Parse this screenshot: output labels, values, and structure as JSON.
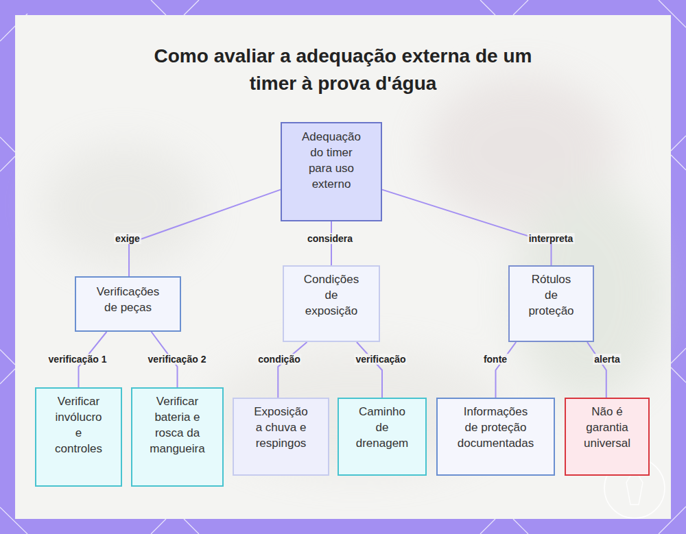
{
  "diagram": {
    "title": "Como avaliar a adequação externa de um timer à prova d'água",
    "nodes": [
      {
        "text": [
          "Adequação do timer para uso externo"
        ]
      },
      {
        "text": [
          "Verificações de peças"
        ]
      },
      {
        "text": [
          "Condições de exposição"
        ]
      },
      {
        "text": [
          "Rótulos de proteção"
        ]
      },
      {
        "text": [
          "Verificar invólucro e controles"
        ]
      },
      {
        "text": [
          "Verificar bateria e rosca da mangueira"
        ]
      },
      {
        "text": [
          "Exposição a chuva e respingos"
        ]
      },
      {
        "text": [
          "Caminho de drenagem"
        ]
      },
      {
        "text": [
          "Informações de proteção documentadas"
        ]
      },
      {
        "text": [
          "Não é garantia universal"
        ]
      }
    ],
    "edges": [
      {
        "from": 0,
        "to": 1,
        "label": "exige",
        "arrow": "none"
      },
      {
        "from": 0,
        "to": 2,
        "label": "considera",
        "arrow": "none"
      },
      {
        "from": 0,
        "to": 3,
        "label": "interpreta",
        "arrow": "none"
      },
      {
        "from": 1,
        "to": 4,
        "label": "verificação 1",
        "arrow": "none"
      },
      {
        "from": 1,
        "to": 5,
        "label": "verificação 2",
        "arrow": "none"
      },
      {
        "from": 2,
        "to": 6,
        "label": "condição",
        "arrow": "none"
      },
      {
        "from": 2,
        "to": 7,
        "label": "verificação",
        "arrow": "none"
      },
      {
        "from": 3,
        "to": 8,
        "label": "fonte",
        "arrow": "none"
      },
      {
        "from": 3,
        "to": 9,
        "label": "alerta",
        "arrow": "none"
      }
    ]
  }
}
